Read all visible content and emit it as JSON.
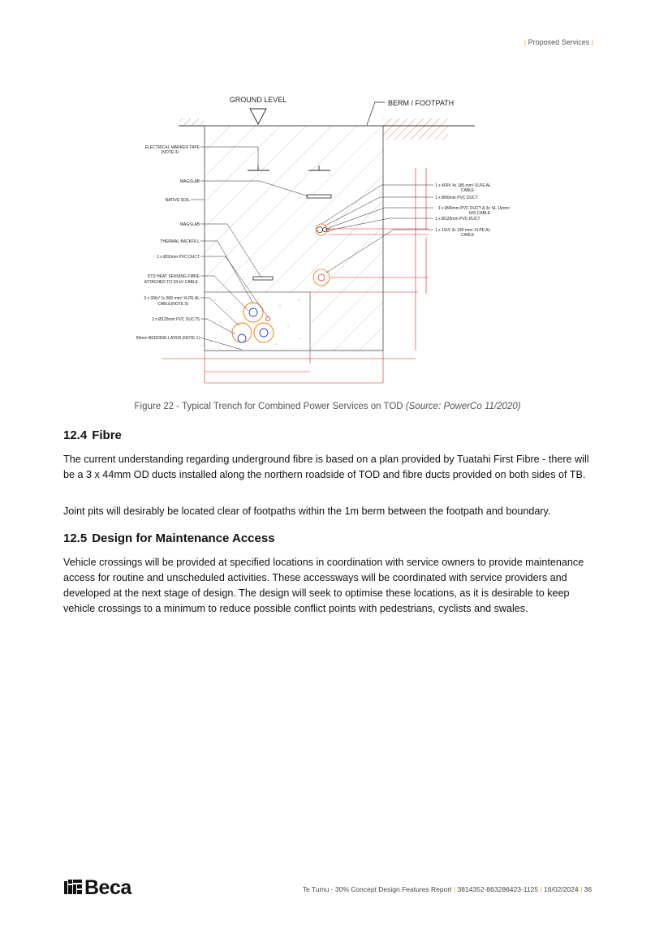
{
  "header": {
    "section_label": "Proposed Services"
  },
  "figure": {
    "ground_level_label": "GROUND LEVEL",
    "berm_label": "BERM / FOOTPATH",
    "left_labels": [
      "ELECTRICAL MARKER TAPE",
      "(NOTE 3)",
      "MAGSLAB",
      "NATIVE SOIL",
      "MAGSLAB",
      "THERMAL BACKFILL",
      "1 x Ø32mm PVC DUCT",
      "DTS HEAT SENSING FIBRE",
      "ATTACHED TO 33 kV CABLE",
      "3 x 33kV 1c 800 mm² XLPE AL",
      "CABLE(NOTE 9)",
      "3 x Ø125mm PVC DUCTS",
      "50mm BEDDING LAYER (NOTE 1)"
    ],
    "right_labels": [
      "1 x 400V 4c 185 mm² XLPE AL",
      "CABLE",
      "1 x Ø90mm PVC DUCT",
      "1 x Ø40mm PVC DUCT & 3c SL 16mm²",
      "N/S CABLE",
      "1 x Ø125mm PVC DUCT",
      "1 x 11kV 3c 185 mm² XLPE AL",
      "CABLE"
    ],
    "caption_main": "Figure 22 - Typical Trench for Combined Power Services on TOD ",
    "caption_source": "(Source: PowerCo 11/2020)"
  },
  "sections": [
    {
      "number": "12.4",
      "title": "Fibre",
      "paragraphs": [
        "The current understanding regarding underground fibre is based on a plan provided by Tuatahi First Fibre - there will be a 3 x 44mm OD ducts installed along the northern roadside of TOD and fibre ducts provided on both sides of TB.",
        "Joint pits will desirably be located clear of footpaths within the 1m berm between the footpath and boundary."
      ]
    },
    {
      "number": "12.5",
      "title": "Design for Maintenance Access",
      "paragraphs": [
        "Vehicle crossings will be provided at specified locations in coordination with service owners to provide maintenance access for routine and unscheduled activities. These accessways will be coordinated with service providers and developed at the next stage of design. The design will seek to optimise these locations, as it is desirable to keep vehicle crossings to a minimum to reduce possible conflict points with pedestrians, cyclists and swales."
      ]
    }
  ],
  "footer": {
    "logo_text": "Beca",
    "doc_title": "Te Tumu - 30% Concept Design Features Report",
    "doc_number": "3814352-863286423-1125",
    "date": "16/02/2024",
    "page_number": "36"
  },
  "colors": {
    "accent": "#f2a900",
    "drawing_red": "#e02020",
    "drawing_blue": "#2a3fd0"
  }
}
